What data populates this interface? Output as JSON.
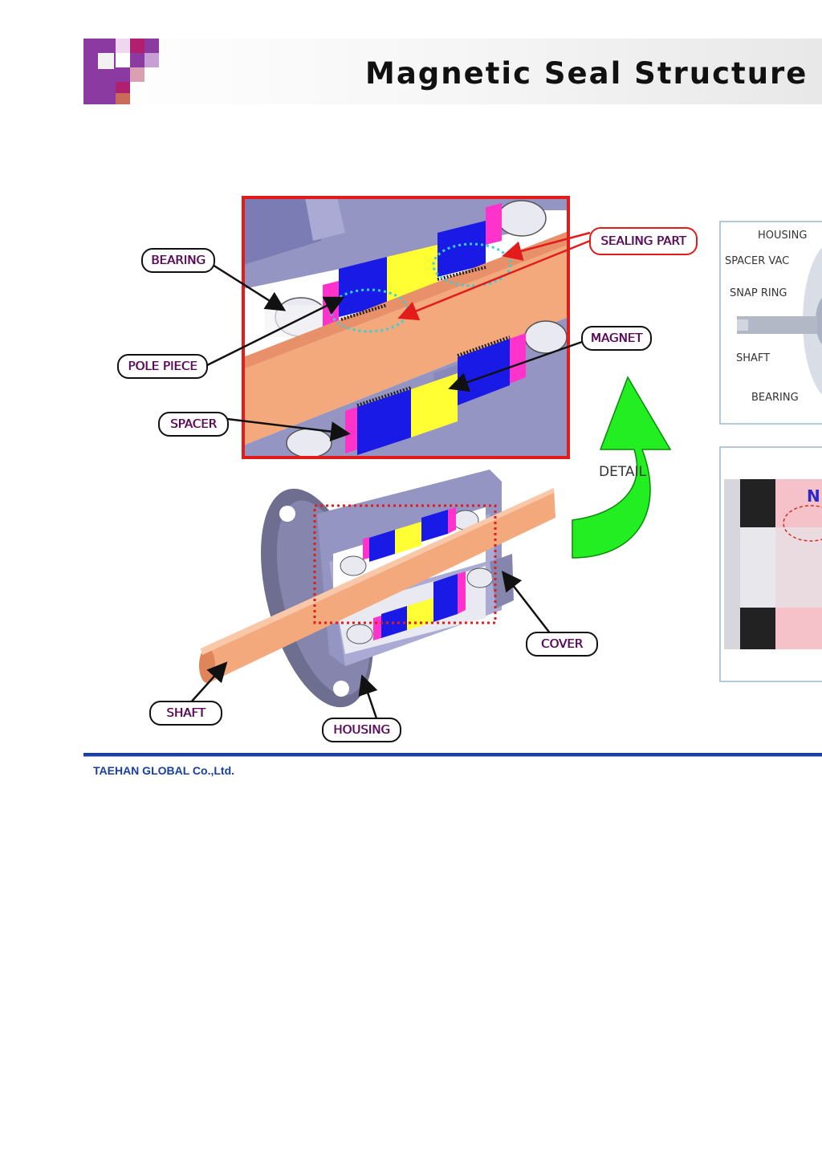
{
  "page": {
    "title": "Magnetic Seal Structure",
    "footer_company": "TAEHAN GLOBAL Co.,Ltd."
  },
  "callouts": {
    "bearing": "BEARING",
    "pole_piece": "POLE PIECE",
    "spacer": "SPACER",
    "sealing_part": "SEALING PART",
    "magnet": "MAGNET",
    "cover": "COVER",
    "shaft": "SHAFT",
    "housing": "HOUSING"
  },
  "detail_label": "DETAIL",
  "side_photo_labels": {
    "housing": "HOUSING",
    "spacer_vac": "SPACER VAC",
    "snap_ring": "SNAP RING",
    "shaft": "SHAFT",
    "bearing": "BEARING",
    "pole_mark": "N"
  },
  "colors": {
    "shaft": "#f4a97c",
    "housing": "#9595c4",
    "magnet": "#ffff33",
    "pole_piece": "#1a1ae6",
    "spacer": "#ff33cc",
    "highlight_frame": "#e21b1b",
    "detail_arrow": "#22ee22",
    "footer_rule": "#1a3fa0"
  }
}
